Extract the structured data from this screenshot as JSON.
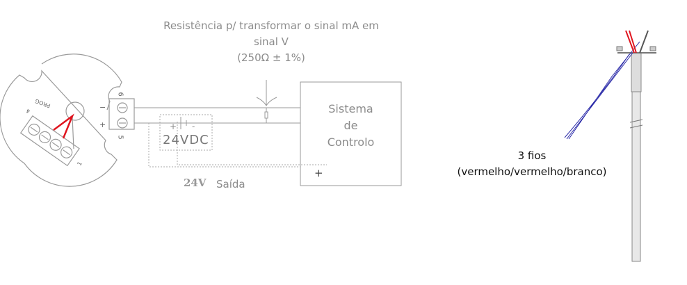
{
  "resistor_note": {
    "line1": "Resistência p/ transformar o sinal mA em",
    "line2": "sinal V",
    "line3": "(250Ω ± 1%)"
  },
  "control_system": {
    "line1": "Sistema",
    "line2": "de",
    "line3": "Controlo",
    "plus": "+"
  },
  "power_supply": {
    "label": "24VDC",
    "plus": "+",
    "minus": "-"
  },
  "output": {
    "voltage": "24V",
    "label": "Saída"
  },
  "transmitter": {
    "terminal_top": "6",
    "terminal_bottom": "5",
    "minus": "−",
    "plus": "+",
    "label": "PROG",
    "num_a": "4",
    "num_b": "1"
  },
  "sensor_note": {
    "line1": "3 fios",
    "line2": "(vermelho/vermelho/branco)"
  },
  "colors": {
    "wire_red": "#e0141e",
    "wire_blue": "#2a2aa8",
    "line": "#9a9a9a",
    "text": "#8c8c8c"
  }
}
